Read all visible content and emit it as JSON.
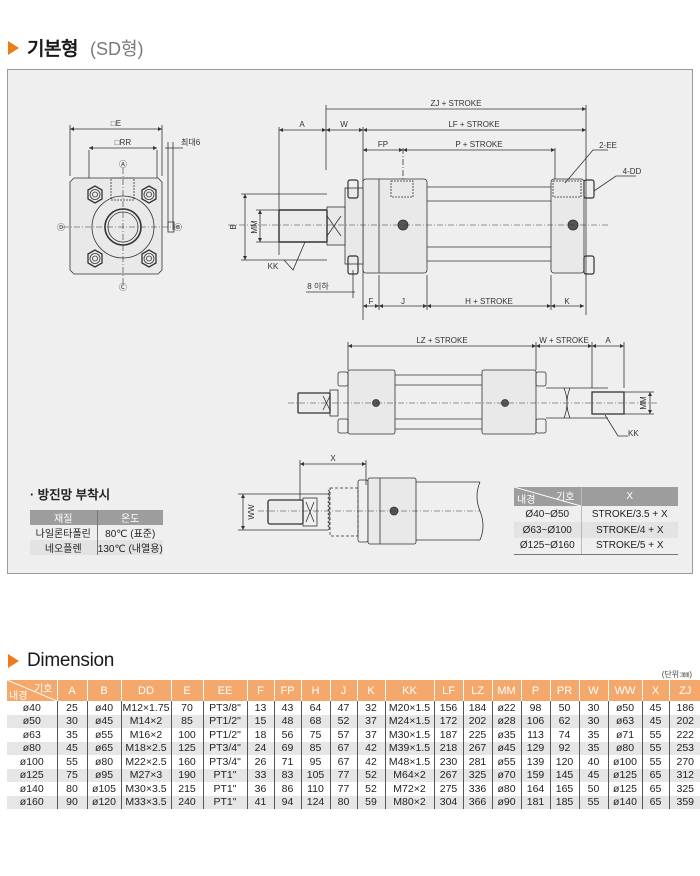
{
  "section_basic": {
    "title": "기본형",
    "subtitle": "(SD형)"
  },
  "drawing": {
    "front_view": {
      "labels": {
        "E": "□E",
        "RR": "□RR",
        "max6": "최대6",
        "port_a": "Ⓐ",
        "port_b": "Ⓑ",
        "port_c": "Ⓒ",
        "port_d": "Ⓓ"
      }
    },
    "side_view": {
      "labels": {
        "zj_stroke": "ZJ + STROKE",
        "lf_stroke": "LF + STROKE",
        "p_stroke": "P + STROKE",
        "h_stroke": "H + STROKE",
        "A": "A",
        "W": "W",
        "FP": "FP",
        "F": "F",
        "J": "J",
        "K": "K",
        "B": "B",
        "MM": "MM",
        "KK": "KK",
        "ee": "2-EE",
        "dd": "4-DD",
        "under8": "8 이하"
      }
    },
    "double_rod_view": {
      "labels": {
        "lz_stroke": "LZ + STROKE",
        "w_stroke": "W + STROKE",
        "A": "A",
        "MM": "MM",
        "KK": "KK"
      }
    },
    "boot_view": {
      "labels": {
        "X": "X",
        "WW": "WW"
      }
    }
  },
  "dust_boot": {
    "title": "· 방진망 부착시",
    "headers": [
      "재질",
      "온도"
    ],
    "rows": [
      [
        "나일론타폴린",
        "80℃ (표준)"
      ],
      [
        "네오플렌",
        "130℃ (내열용)"
      ]
    ]
  },
  "x_table": {
    "corner_top": "기호",
    "corner_bottom": "내경",
    "header": "X",
    "rows": [
      [
        "Ø40~Ø50",
        "STROKE/3.5 + X"
      ],
      [
        "Ø63~Ø100",
        "STROKE/4 + X"
      ],
      [
        "Ø125~Ø160",
        "STROKE/5 + X"
      ]
    ]
  },
  "section_dimension": {
    "title": "Dimension",
    "unit": "(단위:㎜)"
  },
  "dimension_table": {
    "corner_top": "기호",
    "corner_bottom": "내경",
    "columns": [
      "A",
      "B",
      "DD",
      "E",
      "EE",
      "F",
      "FP",
      "H",
      "J",
      "K",
      "KK",
      "LF",
      "LZ",
      "MM",
      "P",
      "PR",
      "W",
      "WW",
      "X",
      "ZJ"
    ],
    "rows": [
      [
        "ø40",
        "25",
        "ø40",
        "M12×1.75",
        "70",
        "PT3/8\"",
        "13",
        "43",
        "64",
        "47",
        "32",
        "M20×1.5",
        "156",
        "184",
        "ø22",
        "98",
        "50",
        "30",
        "ø50",
        "45",
        "186"
      ],
      [
        "ø50",
        "30",
        "ø45",
        "M14×2",
        "85",
        "PT1/2\"",
        "15",
        "48",
        "68",
        "52",
        "37",
        "M24×1.5",
        "172",
        "202",
        "ø28",
        "106",
        "62",
        "30",
        "ø63",
        "45",
        "202"
      ],
      [
        "ø63",
        "35",
        "ø55",
        "M16×2",
        "100",
        "PT1/2\"",
        "18",
        "56",
        "75",
        "57",
        "37",
        "M30×1.5",
        "187",
        "225",
        "ø35",
        "113",
        "74",
        "35",
        "ø71",
        "55",
        "222"
      ],
      [
        "ø80",
        "45",
        "ø65",
        "M18×2.5",
        "125",
        "PT3/4\"",
        "24",
        "69",
        "85",
        "67",
        "42",
        "M39×1.5",
        "218",
        "267",
        "ø45",
        "129",
        "92",
        "35",
        "ø80",
        "55",
        "253"
      ],
      [
        "ø100",
        "55",
        "ø80",
        "M22×2.5",
        "160",
        "PT3/4\"",
        "26",
        "71",
        "95",
        "67",
        "42",
        "M48×1.5",
        "230",
        "281",
        "ø55",
        "139",
        "120",
        "40",
        "ø100",
        "55",
        "270"
      ],
      [
        "ø125",
        "75",
        "ø95",
        "M27×3",
        "190",
        "PT1\"",
        "33",
        "83",
        "105",
        "77",
        "52",
        "M64×2",
        "267",
        "325",
        "ø70",
        "159",
        "145",
        "45",
        "ø125",
        "65",
        "312"
      ],
      [
        "ø140",
        "80",
        "ø105",
        "M30×3.5",
        "215",
        "PT1\"",
        "36",
        "86",
        "110",
        "77",
        "52",
        "M72×2",
        "275",
        "336",
        "ø80",
        "164",
        "165",
        "50",
        "ø125",
        "65",
        "325"
      ],
      [
        "ø160",
        "90",
        "ø120",
        "M33×3.5",
        "240",
        "PT1\"",
        "41",
        "94",
        "124",
        "80",
        "59",
        "M80×2",
        "304",
        "366",
        "ø90",
        "181",
        "185",
        "55",
        "ø140",
        "65",
        "359"
      ]
    ]
  },
  "colors": {
    "accent_orange": "#ee7a1a",
    "table_header": "#f4a86c",
    "panel_bg": "#efefef",
    "gray_header": "#9d9d9d"
  }
}
